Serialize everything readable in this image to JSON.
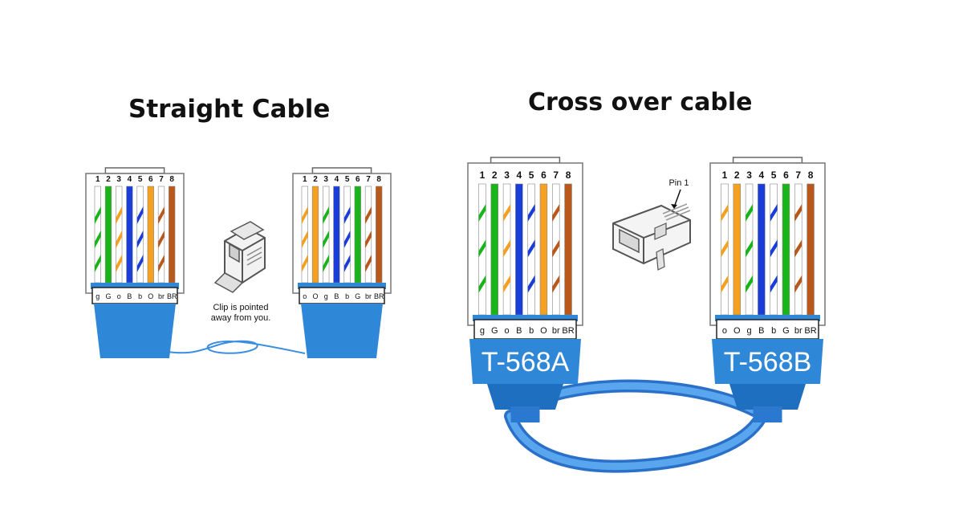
{
  "titles": {
    "straight": "Straight Cable",
    "crossover": "Cross over cable"
  },
  "pin_numbers": [
    "1",
    "2",
    "3",
    "4",
    "5",
    "6",
    "7",
    "8"
  ],
  "colors": {
    "green": "#19b419",
    "orange": "#f4a020",
    "blue": "#1a3cd8",
    "brown": "#b8581a",
    "jacket": "#2f87d8",
    "jacket_dark": "#1f6fc0"
  },
  "connectors": [
    {
      "id": "straight-left",
      "wires": [
        "g",
        "G",
        "o",
        "B",
        "b",
        "O",
        "br",
        "BR"
      ],
      "codes": [
        "g",
        "G",
        "o",
        "B",
        "b",
        "O",
        "br",
        "BR"
      ],
      "standard": ""
    },
    {
      "id": "straight-right",
      "wires": [
        "o",
        "O",
        "g",
        "B",
        "b",
        "G",
        "br",
        "BR"
      ],
      "codes": [
        "o",
        "O",
        "g",
        "B",
        "b",
        "G",
        "br",
        "BR"
      ],
      "standard": ""
    },
    {
      "id": "cross-left",
      "wires": [
        "g",
        "G",
        "o",
        "B",
        "b",
        "O",
        "br",
        "BR"
      ],
      "codes": [
        "g",
        "G",
        "o",
        "B",
        "b",
        "O",
        "br",
        "BR"
      ],
      "standard": "T-568A"
    },
    {
      "id": "cross-right",
      "wires": [
        "o",
        "O",
        "g",
        "B",
        "b",
        "G",
        "br",
        "BR"
      ],
      "codes": [
        "o",
        "O",
        "g",
        "B",
        "b",
        "G",
        "br",
        "BR"
      ],
      "standard": "T-568B"
    }
  ],
  "clip_note": [
    "Clip is pointed",
    "away from you."
  ],
  "pin1_label": "Pin 1",
  "icons": [
    "rj45-plug-icon",
    "rj45-plug-icon"
  ]
}
